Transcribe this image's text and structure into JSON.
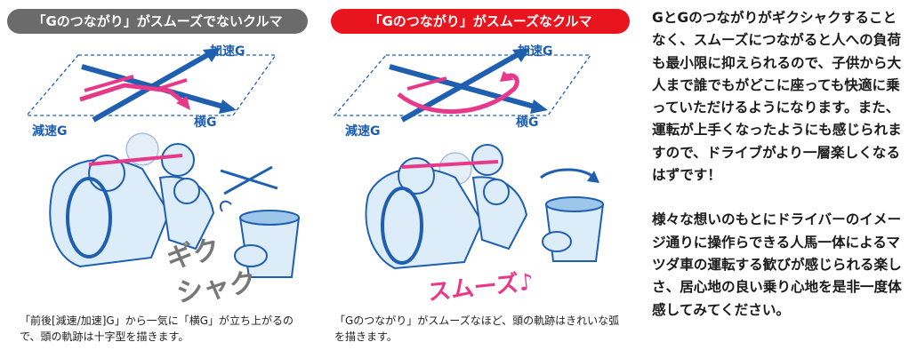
{
  "left_panel": {
    "header": "「Gのつながり」がスムーズでないクルマ",
    "labels": {
      "accel": "加速G",
      "decel": "減速G",
      "lateral": "横G"
    },
    "sound_effect": [
      "ギク",
      "シャク"
    ],
    "caption": "「前後[減速/加速]G」から一気に「横G」が立ち上がるので、頭の軌跡は十字型を描きます。"
  },
  "right_panel": {
    "header": "「Gのつながり」がスムーズなクルマ",
    "labels": {
      "accel": "加速G",
      "decel": "減速G",
      "lateral": "横G"
    },
    "sound_effect": "スムーズ♪",
    "caption": "「Gのつながり」がスムーズなほど、頭の軌跡はきれいな弧を描きます。"
  },
  "body_text": [
    "GとGのつながりがギクシャクすることなく、スムーズにつながると人への負荷も最小限に抑えられるので、子供から大人まで誰でもがどこに座っても快適に乗っていただけるようになります。また、運転が上手くなったようにも感じられますので、ドライブがより一層楽しくなるはずです！",
    "様々な想いのもとにドライバーのイメージ通りに操作らできる人馬一体によるマツダ車の運転する歓びが感じられる楽しさ、居心地の良い乗り心地を是非一度体感してみてください。"
  ],
  "colors": {
    "blue": "#1f5fb0",
    "pink": "#e8388a",
    "red": "#e8141e",
    "gray": "#6b6b6b",
    "light_blue": "#dcecf8"
  }
}
